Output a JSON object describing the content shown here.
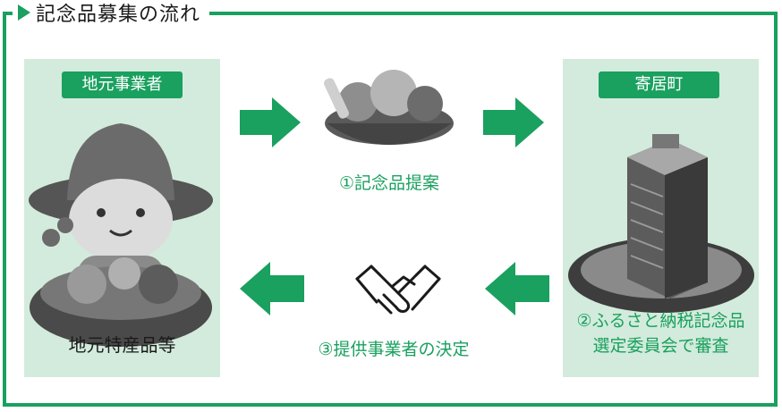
{
  "title": "記念品募集の流れ",
  "left_panel": {
    "badge": "地元事業者",
    "caption": "地元特産品等"
  },
  "right_panel": {
    "badge": "寄居町",
    "caption_line1": "②ふるさと納税記念品",
    "caption_line2": "選定委員会で審査"
  },
  "step1": "①記念品提案",
  "step3": "③提供事業者の決定",
  "colors": {
    "accent": "#1aa05f",
    "panel": "#d3ebdc"
  }
}
